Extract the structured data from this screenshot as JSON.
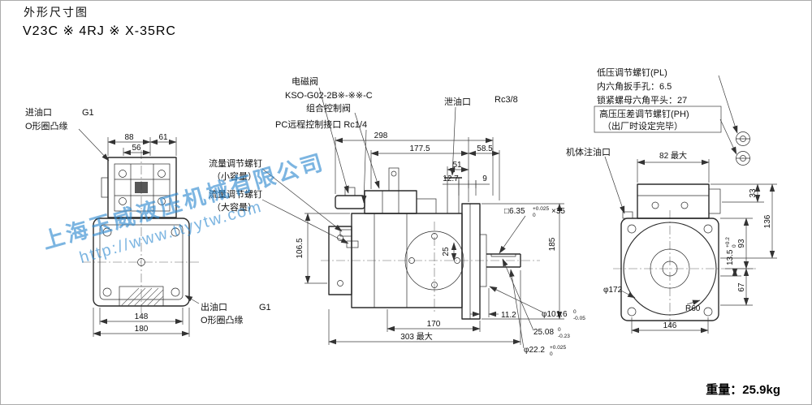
{
  "doc": {
    "title": "外形尺寸图",
    "model": "V23C ※ 4RJ ※ X-35RC",
    "weight": "重量：25.9kg"
  },
  "watermark": {
    "company": "上海玉威液压机械有限公司",
    "url": "http://www.ttyytw.com",
    "color": "#2c88ce"
  },
  "labels": {
    "inlet": "进油口",
    "inlet_thread": "G1",
    "inlet_flange": "O形圈凸缘",
    "outlet": "出油口",
    "outlet_thread": "G1",
    "outlet_flange": "O形圈凸缘",
    "solenoid": "电磁阀",
    "valve_model": "KSO-G02-2B※-※※-C",
    "combo_valve": "组合控制阀",
    "pc_port": "PC远程控制接口 Rc1/4",
    "flow_small_1": "流量调节螺钉",
    "flow_small_2": "（小容量）",
    "flow_large_1": "流量调节螺钉",
    "flow_large_2": "（大容量）",
    "drain": "泄油口",
    "drain_thread": "Rc3/8",
    "lp_screw": "低压调节螺钉(PL)",
    "hex_hole": "内六角扳手孔：6.5",
    "lock_nut": "锁紧螺母六角平头：27",
    "hp_screw": "高压压差调节螺钉(PH)",
    "factory_set": "（出厂时设定完毕）",
    "fill_port": "机体注油口"
  },
  "dims": {
    "d88": "88",
    "d61": "61",
    "d56": "56",
    "d148": "148",
    "d180": "180",
    "d298": "298",
    "d177_5": "177.5",
    "d58_5": "58.5",
    "d51": "51",
    "d12_7": "12.7",
    "d9": "9",
    "d106_5": "106.5",
    "d185": "185",
    "d25": "25",
    "d11_2": "11.2",
    "d170": "170",
    "d303": "303 最大",
    "key": {
      "base": "□6.35",
      "tol_top": "+0.025",
      "tol_bot": "0",
      "suffix": "×35"
    },
    "spigot": {
      "base": "φ101.6",
      "tol_top": "0",
      "tol_bot": "-0.05"
    },
    "keyh": {
      "base": "25.08",
      "tol_top": "0",
      "tol_bot": "-0.23"
    },
    "shaft": {
      "base": "φ22.2",
      "tol_top": "+0.025",
      "tol_bot": "0"
    },
    "d82": "82 最大",
    "d33": "33",
    "d136": "136",
    "d93": "93",
    "d67": "67",
    "d13_5": {
      "base": "13.5",
      "tol_top": "+0.2",
      "tol_bot": "0"
    },
    "dia172": "φ172",
    "r60": "R60",
    "d146": "146"
  }
}
